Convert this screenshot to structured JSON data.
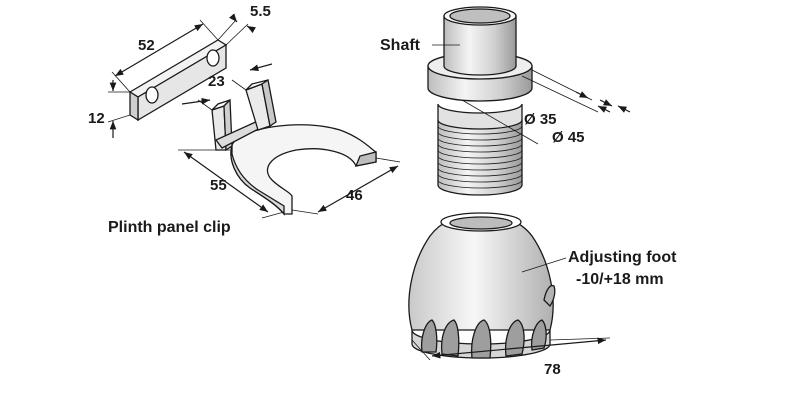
{
  "labels": {
    "clip_title": "Plinth panel clip",
    "shaft": "Shaft",
    "foot_line1": "Adjusting foot",
    "foot_line2": "-10/+18 mm"
  },
  "dimensions": {
    "plate_length": "52",
    "plate_thickness": "5.5",
    "plate_height": "12",
    "clip_arm": "23",
    "clip_width": "55",
    "clip_depth": "46",
    "shaft_inner_dia": "Ø 35",
    "shaft_outer_dia": "Ø 45",
    "foot_base": "78"
  },
  "colors": {
    "line": "#1a1a1a",
    "light_fill": "#f2f2f2",
    "mid_fill": "#d9d9d9",
    "dark_fill": "#a6a6a6"
  }
}
